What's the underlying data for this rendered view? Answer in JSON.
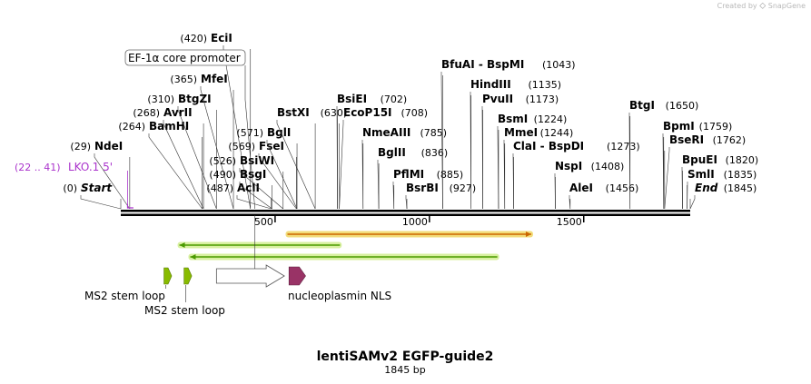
{
  "credit": {
    "prefix": "Created by",
    "brand": "SnapGene",
    "logo_icon": "snapgene-logo-icon"
  },
  "plasmid": {
    "name": "lentiSAMv2 EGFP-guide2",
    "length_label": "1845 bp",
    "length": 1845
  },
  "ruler": {
    "ticks": [
      500,
      1000,
      1500
    ]
  },
  "colors": {
    "backbone": "#000000",
    "primer": "#aa33cc",
    "ms2": "#88bb00",
    "nls": "#993366",
    "promoter_outline": "#666666",
    "orf_green": "#4a9a00",
    "orf_orange": "#cc6600"
  },
  "sites": [
    {
      "name": "Start",
      "pos": 0,
      "label": "(0)",
      "italic": true
    },
    {
      "name": "NdeI",
      "pos": 29,
      "label": "(29)"
    },
    {
      "name": "BamHI",
      "pos": 264,
      "label": "(264)"
    },
    {
      "name": "AvrII",
      "pos": 268,
      "label": "(268)"
    },
    {
      "name": "BtgZI",
      "pos": 310,
      "label": "(310)"
    },
    {
      "name": "MfeI",
      "pos": 365,
      "label": "(365)"
    },
    {
      "name": "EciI",
      "pos": 420,
      "label": "(420)"
    },
    {
      "name": "AclI",
      "pos": 487,
      "label": "(487)"
    },
    {
      "name": "BsgI",
      "pos": 490,
      "label": "(490)"
    },
    {
      "name": "BsiWI",
      "pos": 526,
      "label": "(526)"
    },
    {
      "name": "FseI",
      "pos": 569,
      "label": "(569)"
    },
    {
      "name": "BglI",
      "pos": 571,
      "label": "(571)"
    },
    {
      "name": "BstXI",
      "pos": 630,
      "label": "(630)"
    },
    {
      "name": "BsiEI",
      "pos": 702,
      "label": "(702)"
    },
    {
      "name": "EcoP15I",
      "pos": 708,
      "label": "(708)"
    },
    {
      "name": "NmeAIII",
      "pos": 785,
      "label": "(785)"
    },
    {
      "name": "BglII",
      "pos": 836,
      "label": "(836)"
    },
    {
      "name": "PflMI",
      "pos": 885,
      "label": "(885)"
    },
    {
      "name": "BsrBI",
      "pos": 927,
      "label": "(927)"
    },
    {
      "name": "BfuAI - BspMI",
      "pos": 1043,
      "label": "(1043)"
    },
    {
      "name": "HindIII",
      "pos": 1135,
      "label": "(1135)"
    },
    {
      "name": "PvuII",
      "pos": 1173,
      "label": "(1173)"
    },
    {
      "name": "BsmI",
      "pos": 1224,
      "label": "(1224)"
    },
    {
      "name": "MmeI",
      "pos": 1244,
      "label": "(1244)"
    },
    {
      "name": "ClaI - BspDI",
      "pos": 1273,
      "label": "(1273)"
    },
    {
      "name": "NspI",
      "pos": 1408,
      "label": "(1408)"
    },
    {
      "name": "AleI",
      "pos": 1456,
      "label": "(1456)"
    },
    {
      "name": "BtgI",
      "pos": 1650,
      "label": "(1650)"
    },
    {
      "name": "BpmI",
      "pos": 1759,
      "label": "(1759)"
    },
    {
      "name": "BseRI",
      "pos": 1762,
      "label": "(1762)"
    },
    {
      "name": "BpuEI",
      "pos": 1820,
      "label": "(1820)"
    },
    {
      "name": "SmlI",
      "pos": 1835,
      "label": "(1835)"
    },
    {
      "name": "End",
      "pos": 1845,
      "label": "(1845)",
      "italic": true
    }
  ],
  "primers": [
    {
      "name": "LKO.1 5'",
      "range_label": "(22 .. 41)",
      "start": 22,
      "end": 41
    }
  ],
  "promoter": {
    "name": "EF-1α core promoter",
    "start": 420,
    "end": 630
  },
  "orfs": [
    {
      "start": 190,
      "end": 710,
      "direction": "reverse",
      "color": "orf_green"
    },
    {
      "start": 540,
      "end": 1330,
      "direction": "forward",
      "color": "orf_orange"
    },
    {
      "start": 225,
      "end": 1220,
      "direction": "reverse",
      "color": "orf_green"
    }
  ],
  "features": [
    {
      "name": "MS2 stem loop",
      "start": 140,
      "end": 159,
      "type": "ms2"
    },
    {
      "name": "MS2 stem loop",
      "start": 205,
      "end": 224,
      "type": "ms2"
    },
    {
      "name": "",
      "start": 310,
      "end": 530,
      "type": "promoter_arrow"
    },
    {
      "name": "nucleoplasmin NLS",
      "start": 545,
      "end": 590,
      "type": "nls"
    }
  ]
}
